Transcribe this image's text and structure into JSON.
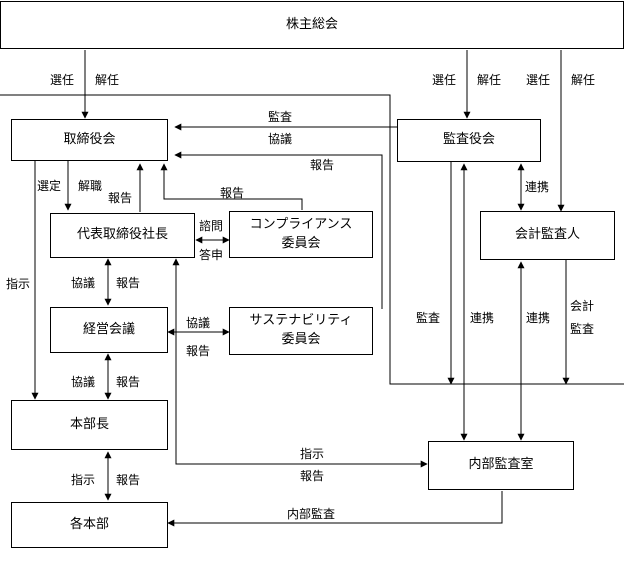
{
  "nodes": {
    "shareholders": "株主総会",
    "board": "取締役会",
    "auditors": "監査役会",
    "accounting_auditor": "会計監査人",
    "ceo": "代表取締役社長",
    "compliance": [
      "コンプライアンス",
      "委員会"
    ],
    "sustainability": [
      "サステナビリティ",
      "委員会"
    ],
    "management": "経営会議",
    "division_heads": "本部長",
    "divisions": "各本部",
    "internal_audit": "内部監査室"
  },
  "labels": {
    "elect": "選任",
    "dismiss": "解任",
    "appoint": "選定",
    "remove": "解職",
    "report": "報告",
    "audit": "監査",
    "consult": "協議",
    "inquiry": "諮問",
    "response": "答申",
    "instruct": "指示",
    "liaison": "連携",
    "accounting": "会計",
    "internal_audit": "内部監査"
  }
}
